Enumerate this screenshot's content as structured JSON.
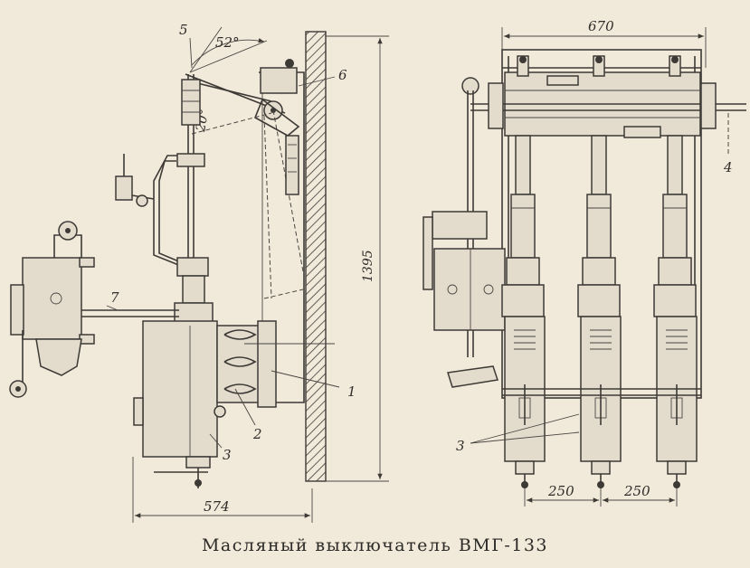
{
  "caption": "Масляный выключатель ВМГ-133",
  "dimensions": {
    "angle": "52°",
    "small_angle": "20°",
    "width_left": "574",
    "height_left": "1395",
    "width_right": "670",
    "pitch_1": "250",
    "pitch_2": "250"
  },
  "callouts": [
    "1",
    "2",
    "3",
    "4",
    "5",
    "6",
    "7"
  ],
  "colors": {
    "paper": "#f1e9da",
    "ink": "#3d3a36"
  }
}
